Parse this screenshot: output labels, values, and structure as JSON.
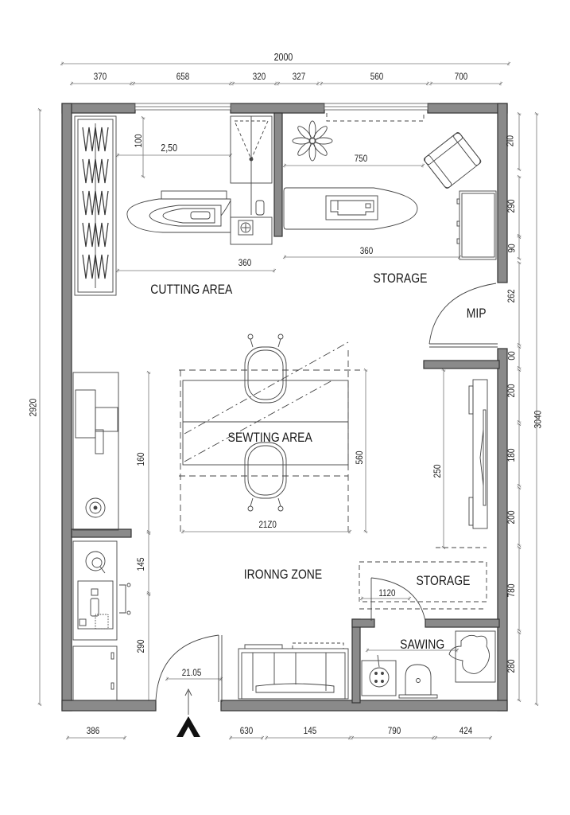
{
  "drawing": {
    "type": "floor-plan",
    "colors": {
      "wall": "#8a8a8a",
      "wall_outline": "#333333",
      "line": "#444444",
      "dim_line": "#777777",
      "background": "#ffffff"
    }
  },
  "rooms": {
    "cutting_area": "CUTTING AREA",
    "storage_top": "STORAGE",
    "mip": "MIP",
    "sewing_area": "SEWTING AREA",
    "ironing_zone": "IRONNG ZONE",
    "storage_bottom": "STORAGE",
    "sawing": "SAWING"
  },
  "dimensions": {
    "top_overall": "2000",
    "top_segments": [
      "370",
      "658",
      "320",
      "327",
      "560",
      "700"
    ],
    "bottom_segments": [
      "386",
      "630",
      "145",
      "790",
      "424"
    ],
    "left_overall": "2920",
    "right_overall": "3040",
    "right_segments": [
      "2I0",
      "290",
      "90",
      "262",
      "00",
      "200",
      "180",
      "200",
      "780",
      "280"
    ],
    "left_inner": [
      "160",
      "145",
      "290"
    ],
    "interior": {
      "cutting_height": "100",
      "cutting_width": "2,50",
      "cutting_bench": "360",
      "storage_width": "750",
      "storage_bench": "360",
      "table_width": "21Z0",
      "table_depth": "560",
      "wardrobe_height": "250",
      "door_width": "1120",
      "entry_width": "21.05"
    }
  },
  "furniture": [
    "rack-icon",
    "ironing-board-icon",
    "iron-icon",
    "washer-icon",
    "shower-tray-icon",
    "plant-icon",
    "armchair-icon",
    "sewing-machine-icon",
    "cabinet-icon",
    "table-icon",
    "chair-icon",
    "wardrobe-icon",
    "desk-icon",
    "sofa-icon",
    "sink-icon",
    "toilet-icon",
    "rug-icon",
    "entry-arrow-icon"
  ]
}
